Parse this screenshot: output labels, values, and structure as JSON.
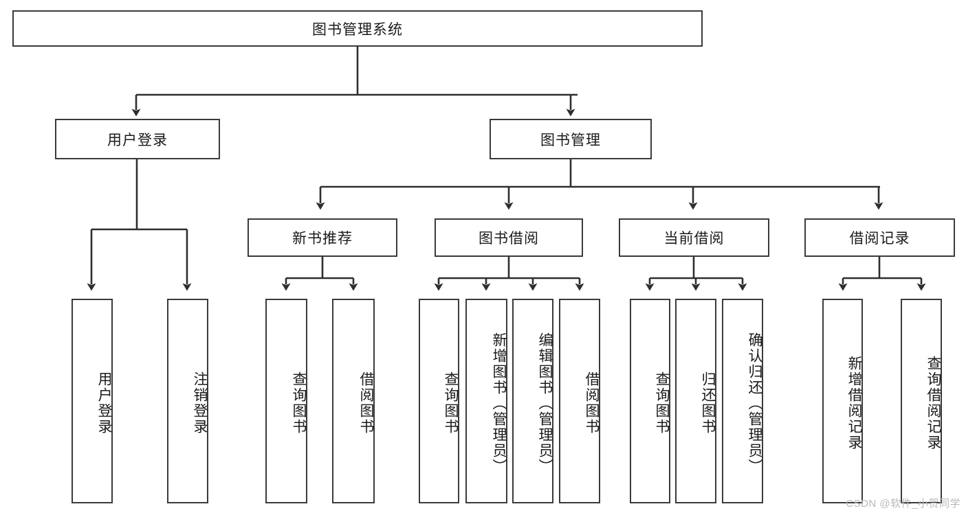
{
  "diagram": {
    "title_node": {
      "label": "图书管理系统"
    },
    "level2": [
      {
        "id": "user-login",
        "label": "用户登录"
      },
      {
        "id": "book-management",
        "label": "图书管理"
      }
    ],
    "level3": [
      {
        "id": "new-book-recommend",
        "label": "新书推荐"
      },
      {
        "id": "book-borrow",
        "label": "图书借阅"
      },
      {
        "id": "current-borrow",
        "label": "当前借阅"
      },
      {
        "id": "borrow-record",
        "label": "借阅记录"
      }
    ],
    "leaves": [
      {
        "id": "leaf-user-login",
        "label": "用户登录"
      },
      {
        "id": "leaf-logout-login",
        "label": "注销登录"
      },
      {
        "id": "leaf-query-book-1",
        "label": "查询图书"
      },
      {
        "id": "leaf-borrow-book-1",
        "label": "借阅图书"
      },
      {
        "id": "leaf-query-book-2",
        "label": "查询图书"
      },
      {
        "id": "leaf-add-book-admin",
        "label": "新增图书（管理员）"
      },
      {
        "id": "leaf-edit-book-admin",
        "label": "编辑图书（管理员）"
      },
      {
        "id": "leaf-borrow-book-2",
        "label": "借阅图书"
      },
      {
        "id": "leaf-query-book-3",
        "label": "查询图书"
      },
      {
        "id": "leaf-return-book",
        "label": "归还图书"
      },
      {
        "id": "leaf-confirm-return-admin",
        "label": "确认归还（管理员）"
      },
      {
        "id": "leaf-add-borrow-record",
        "label": "新增借阅记录"
      },
      {
        "id": "leaf-query-borrow-record",
        "label": "查询借阅记录"
      }
    ],
    "watermark": "CSDN @软件_小贺同学",
    "colors": {
      "border": "#3a3a3a",
      "background": "#ffffff",
      "text": "#1a1a1a",
      "watermark": "#b9b9b9"
    }
  }
}
